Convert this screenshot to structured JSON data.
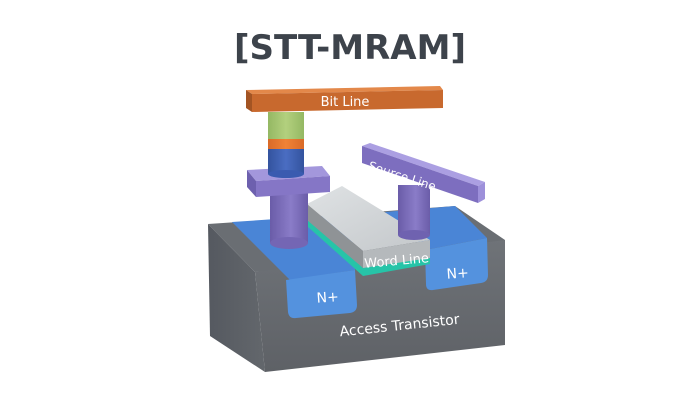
{
  "title": "[STT-MRAM]",
  "labels": {
    "bit_line": "Bit Line",
    "source_line": "Source Line",
    "word_line": "Word Line",
    "n_plus_left": "N+",
    "n_plus_right": "N+",
    "access_transistor": "Access Transistor"
  },
  "colors": {
    "title": "#3d434b",
    "bit_line": "#c8692e",
    "mtj_free_layer": "#a4c46f",
    "mtj_barrier": "#e8742d",
    "mtj_pinned_layer": "#3f62b6",
    "via_pad": "#8677c4",
    "source_line": "#9283cf",
    "word_line": "#c9cccf",
    "gate_oxide": "#26c4a8",
    "n_plus": "#4f8fdc",
    "substrate": "#6b6f74"
  }
}
